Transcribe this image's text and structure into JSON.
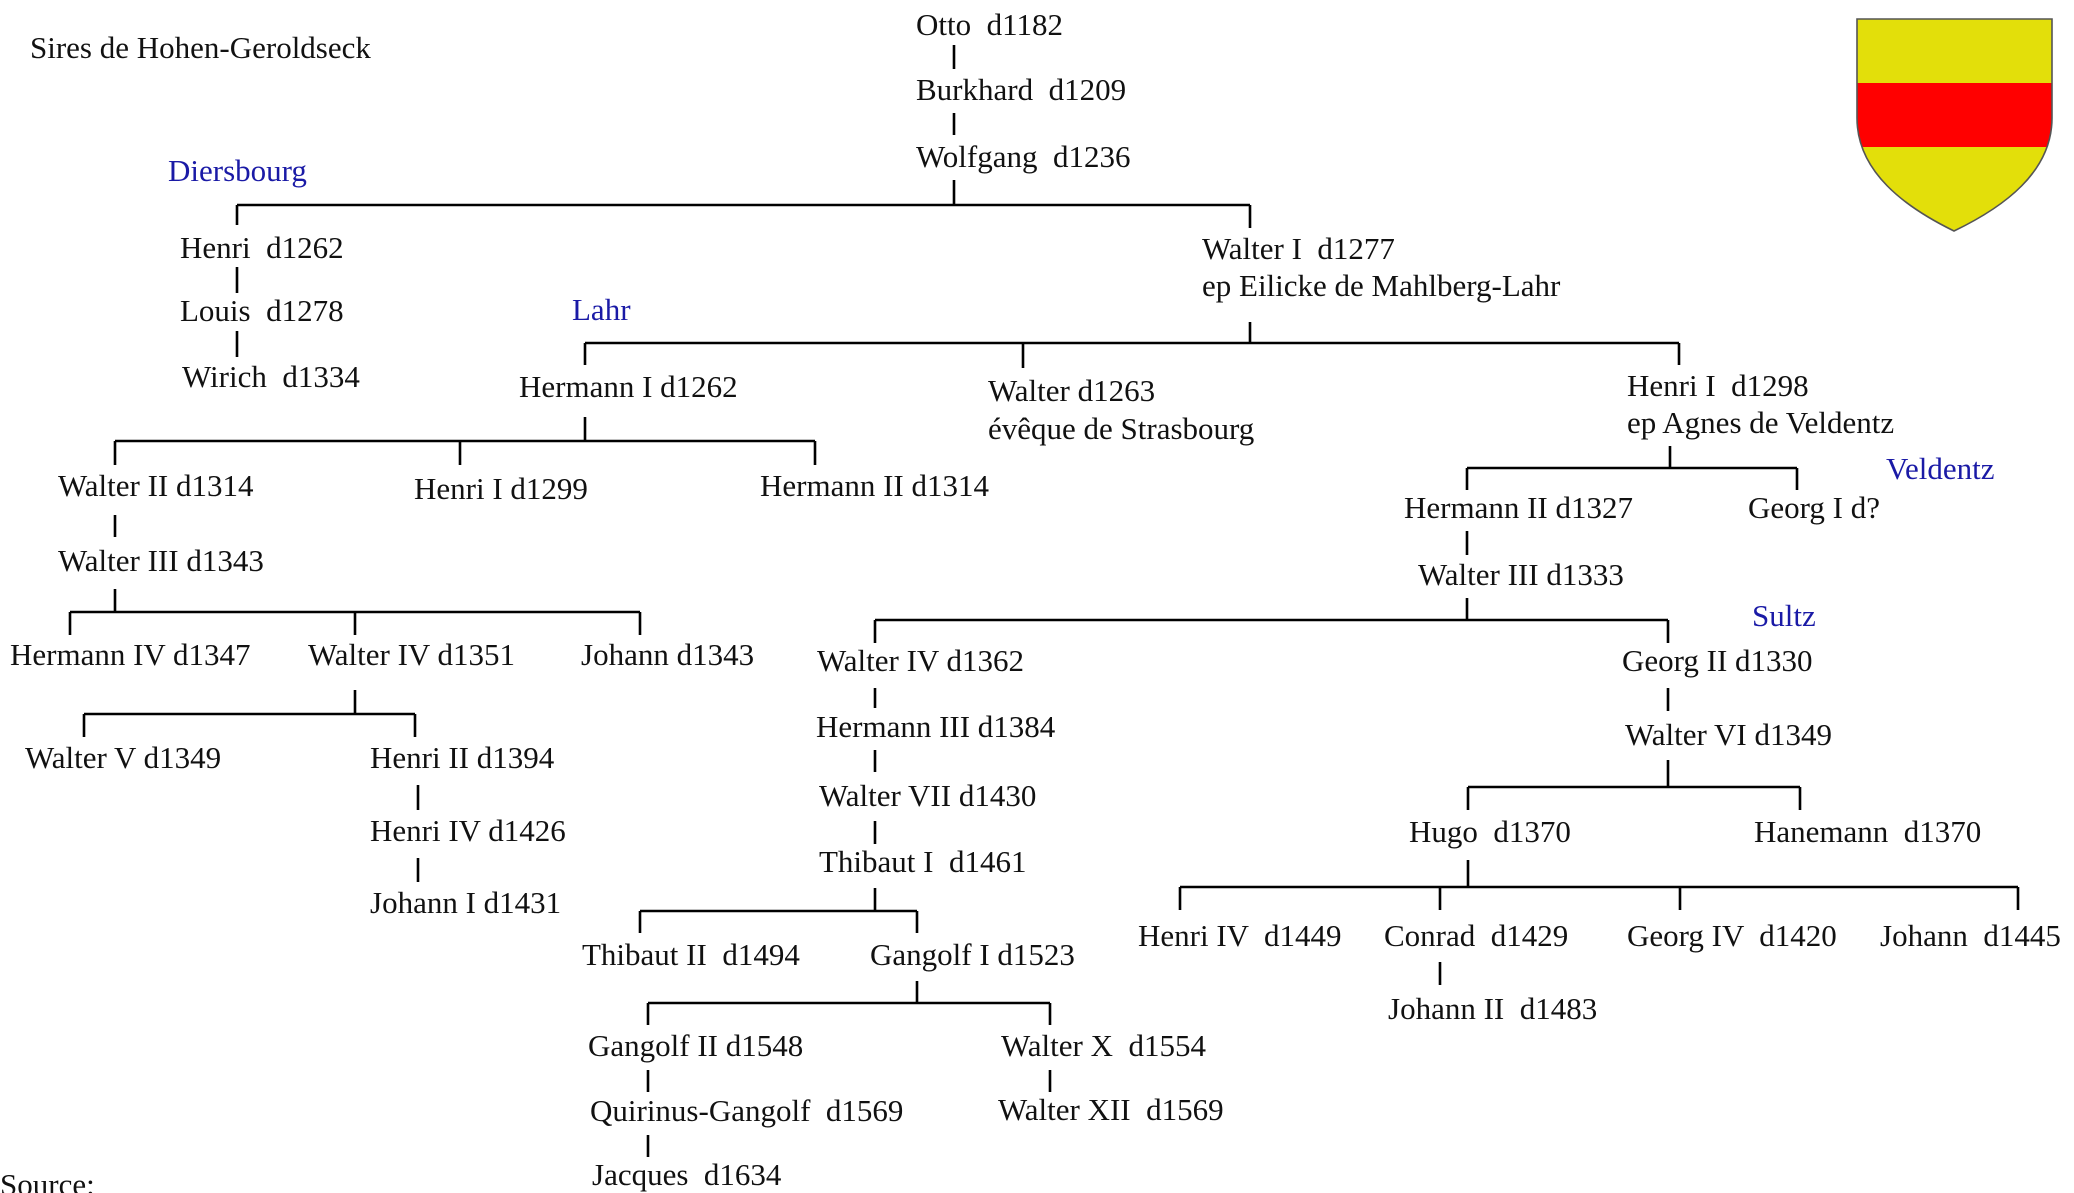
{
  "title": "Sires de Hohen-Geroldseck",
  "source_label": "Source:",
  "coat_of_arms": {
    "top_color": "#e3df0a",
    "band_color": "#ff0000",
    "bottom_color": "#e3df0a"
  },
  "branch_color": "#1a1aa6",
  "branches": {
    "diersbourg": "Diersbourg",
    "lahr": "Lahr",
    "veldentz": "Veldentz",
    "sultz": "Sultz"
  },
  "persons": {
    "otto": "Otto  d1182",
    "burkhard": "Burkhard  d1209",
    "wolfgang": "Wolfgang  d1236",
    "henri_d1262": "Henri  d1262",
    "louis": "Louis  d1278",
    "wirich": "Wirich  d1334",
    "walter_i": "Walter I  d1277",
    "walter_i_spouse": "ep Eilicke de Mahlberg-Lahr",
    "hermann_i": "Hermann I d1262",
    "walter_d1263": "Walter d1263",
    "walter_d1263_title": "évêque de Strasbourg",
    "henri_i_d1298": "Henri I  d1298",
    "henri_i_d1298_spouse": "ep Agnes de Veldentz",
    "walter_ii": "Walter II d1314",
    "henri_i_d1299": "Henri I d1299",
    "hermann_ii_d1314": "Hermann II d1314",
    "walter_iii_d1343": "Walter III d1343",
    "hermann_iv": "Hermann IV d1347",
    "walter_iv_d1351": "Walter IV d1351",
    "johann_d1343": "Johann d1343",
    "walter_v": "Walter V d1349",
    "henri_ii": "Henri II d1394",
    "henri_iv_d1426": "Henri IV d1426",
    "johann_i": "Johann I d1431",
    "hermann_ii_d1327": "Hermann II d1327",
    "georg_i": "Georg I d?",
    "walter_iii_d1333": "Walter III d1333",
    "walter_iv_d1362": "Walter IV d1362",
    "hermann_iii": "Hermann III d1384",
    "walter_vii": "Walter VII d1430",
    "thibaut_i": "Thibaut I  d1461",
    "thibaut_ii": "Thibaut II  d1494",
    "gangolf_i": "Gangolf I d1523",
    "gangolf_ii": "Gangolf II d1548",
    "quirinus": "Quirinus-Gangolf  d1569",
    "jacques": "Jacques  d1634",
    "walter_x": "Walter X  d1554",
    "walter_xii": "Walter XII  d1569",
    "georg_ii": "Georg II d1330",
    "walter_vi": "Walter VI d1349",
    "hugo": "Hugo  d1370",
    "hanemann": "Hanemann  d1370",
    "henri_iv_d1449": "Henri IV  d1449",
    "conrad": "Conrad  d1429",
    "georg_iv": "Georg IV  d1420",
    "johann_d1445": "Johann  d1445",
    "johann_ii": "Johann II  d1483"
  }
}
